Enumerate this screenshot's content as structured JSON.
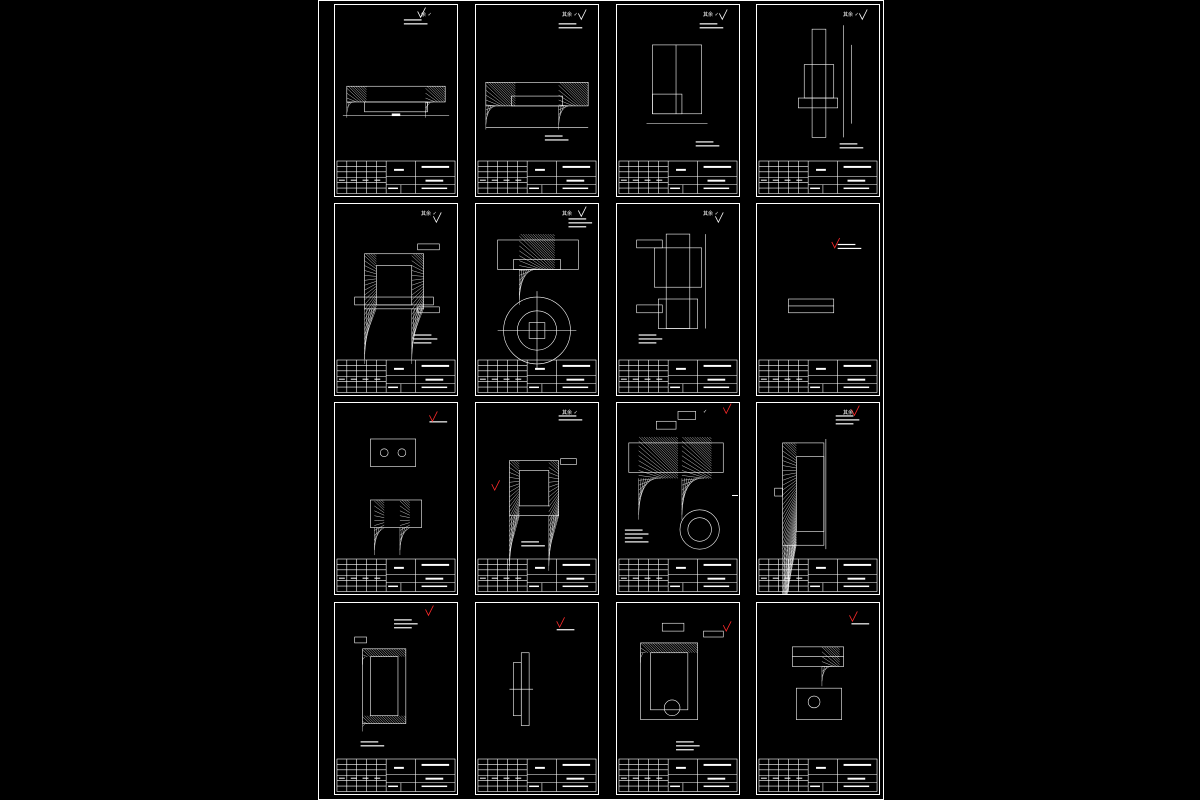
{
  "drawing_set": {
    "sheets": [
      {
        "id": 1,
        "label": "",
        "code": "",
        "rough": "余 ✓"
      },
      {
        "id": 2,
        "label": "",
        "code": "",
        "rough": "其余 ✓"
      },
      {
        "id": 3,
        "label": "",
        "code": "",
        "rough": "其余 ✓"
      },
      {
        "id": 4,
        "label": "",
        "code": "",
        "rough": "其余 ✓"
      },
      {
        "id": 5,
        "label": "",
        "code": "",
        "rough": "其余 ✓"
      },
      {
        "id": 6,
        "label": "",
        "code": "",
        "rough": "其余"
      },
      {
        "id": 7,
        "label": "",
        "code": "",
        "rough": "其余 ✓"
      },
      {
        "id": 8,
        "label": "",
        "code": "",
        "rough": ""
      },
      {
        "id": 9,
        "label": "",
        "code": "",
        "rough": ""
      },
      {
        "id": 10,
        "label": "",
        "code": "",
        "rough": "其余 ✓"
      },
      {
        "id": 11,
        "label": "",
        "code": "",
        "rough": "✓"
      },
      {
        "id": 12,
        "label": "",
        "code": "",
        "rough": "其余"
      },
      {
        "id": 13,
        "label": "",
        "code": "",
        "rough": ""
      },
      {
        "id": 14,
        "label": "",
        "code": "",
        "rough": ""
      },
      {
        "id": 15,
        "label": "",
        "code": "",
        "rough": ""
      },
      {
        "id": 16,
        "label": "",
        "code": "",
        "rough": ""
      }
    ]
  },
  "colors": {
    "background": "#000000",
    "line": "#ffffff",
    "roughness_mark": "#ff2a2a"
  }
}
